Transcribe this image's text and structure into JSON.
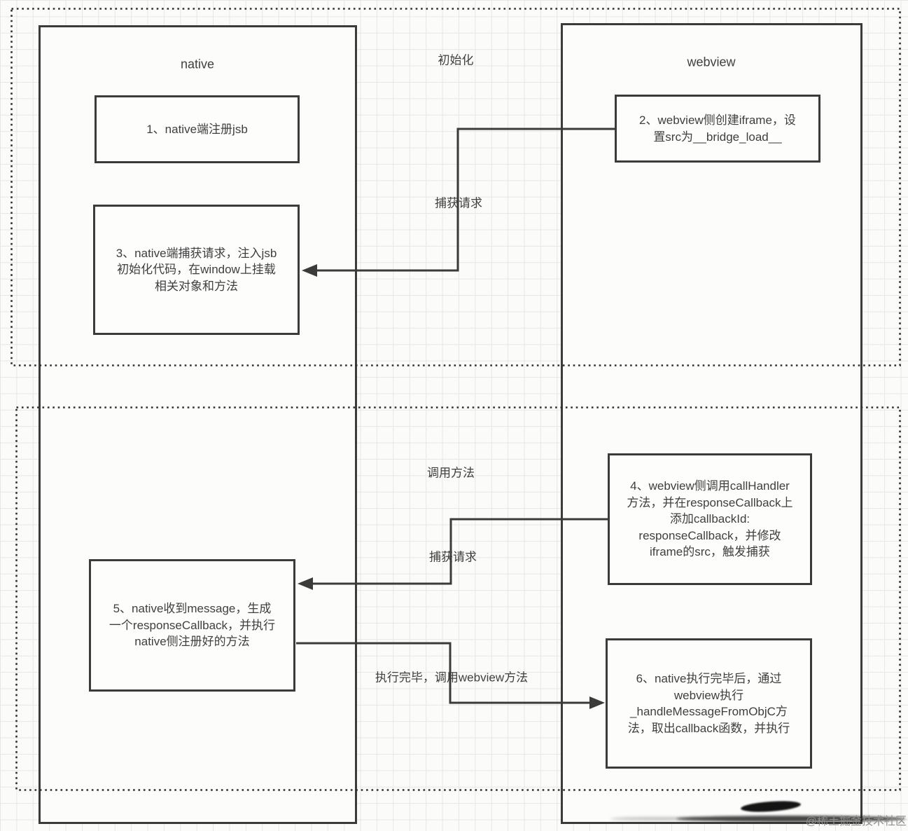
{
  "lanes": [
    {
      "label": "native"
    },
    {
      "label": "webview"
    }
  ],
  "phase_labels": {
    "init": "初始化",
    "call": "调用方法"
  },
  "edge_labels": {
    "capture_request_top": "捕获请求",
    "capture_request_bottom": "捕获请求",
    "done_call_webview": "执行完毕，调用webview方法"
  },
  "steps": [
    {
      "id": "1",
      "lines": [
        "1、native端注册jsb"
      ]
    },
    {
      "id": "2",
      "lines": [
        "2、webview侧创建iframe，设",
        "置src为__bridge_load__"
      ]
    },
    {
      "id": "3",
      "lines": [
        "3、native端捕获请求，注入jsb",
        "初始化代码，在window上挂载",
        "相关对象和方法"
      ]
    },
    {
      "id": "4",
      "lines": [
        "4、webview侧调用callHandler",
        "方法，并在responseCallback上",
        "添加callbackId:",
        "responseCallback，并修改",
        "iframe的src，触发捕获"
      ]
    },
    {
      "id": "5",
      "lines": [
        "5、native收到message，生成",
        "一个responseCallback，并执行",
        "native侧注册好的方法"
      ]
    },
    {
      "id": "6",
      "lines": [
        "6、native执行完毕后，通过",
        "webview执行",
        "_handleMessageFromObjC方",
        "法，取出callback函数，并执行"
      ]
    }
  ],
  "watermark": "@稀土掘金技术社区",
  "colors": {
    "stroke": "#3b3b3b",
    "text": "#3f3f3f",
    "dotted_border": "#2f2f2f",
    "grid": "#e8e7e4",
    "watermark": "#8e8e8e"
  }
}
